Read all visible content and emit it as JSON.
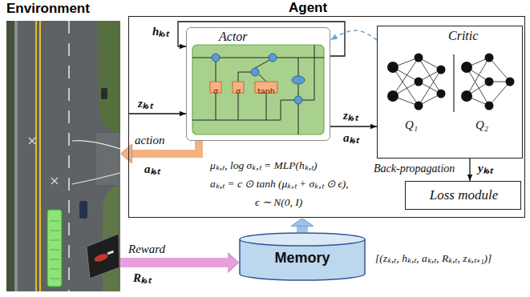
{
  "diagram": {
    "nodes": [
      {
        "text": [
          "Environment"
        ]
      },
      {
        "text": [
          "Agent"
        ]
      },
      {
        "text": [
          "Actor"
        ],
        "in": 1
      },
      {
        "text": [
          "Critic",
          "Q₁",
          "Q₂"
        ],
        "in": 1
      },
      {
        "text": [
          "Loss module"
        ],
        "in": 1
      },
      {
        "text": [
          "Memory"
        ]
      }
    ],
    "edges": [
      {
        "from": 2,
        "to": 0,
        "arrow": "to",
        "label": "action"
      },
      {
        "from": 2,
        "to": 3,
        "arrow": "to"
      },
      {
        "from": 3,
        "to": 2,
        "arrow": "to"
      },
      {
        "from": 3,
        "to": 4,
        "arrow": "to",
        "label": "yₖ,ₜ"
      },
      {
        "from": 0,
        "to": 5,
        "arrow": "to",
        "label": "Reward"
      },
      {
        "from": 5,
        "to": 1,
        "arrow": "to"
      }
    ],
    "labels": [
      "hₖ,ₜ",
      "zₖ,ₜ",
      "aₖ,ₜ",
      "σ",
      "σ",
      "tanh",
      "zₖ,ₜ",
      "aₖ,ₜ",
      "μₖ,ₜ, log σₖ,ₜ = MLP(hₖ,ₜ)",
      "aₖ,ₜ = c ⊙ tanh (μₖ,ₜ + σₖ,ₜ ⊙ ϵ),",
      "ϵ ∼ N(0, I)",
      "Back-propagation",
      "Rₖ,ₜ",
      "[(zₖ,ₜ, hₖ,ₜ, aₖ,ₜ, Rₖ,ₜ, zₖ,ₜ₊₁)]"
    ]
  }
}
